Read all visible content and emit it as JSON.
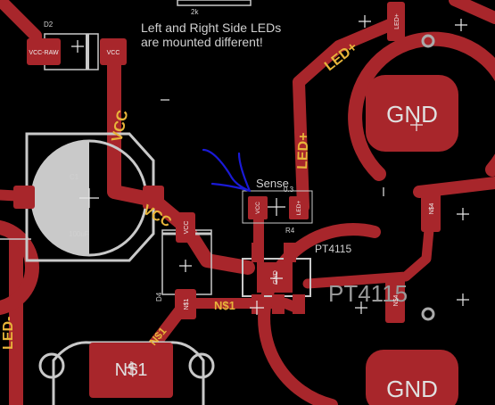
{
  "board": {
    "note_line1": "Left and Right Side LEDs",
    "note_line2": "are mounted different!",
    "top_partial_label": "2k",
    "annotation_color": "#1a1ad6",
    "colors": {
      "copper": "#a8262b",
      "silkscreen": "#c9c9c9",
      "net_label": "#e8b53a",
      "background": "#000000"
    }
  },
  "components": {
    "d2": {
      "name": "D2",
      "pad_left": "VCC-RAW",
      "pad_right": "VCC"
    },
    "c1": {
      "name": "C1",
      "value": "100uF"
    },
    "d4": {
      "name": "D4",
      "pad_top": "VCC",
      "pad_bottom": "N$1"
    },
    "r4": {
      "label_above": "Sense",
      "value": "0.3",
      "name": "R4",
      "pad_left": "VCC",
      "pad_right": "LED+"
    },
    "ic": {
      "name": "PT4115",
      "big_label": "PT4115",
      "pad_center": "GND"
    }
  },
  "pads": {
    "led_plus_top": "LED+",
    "gnd_top_right": "GND",
    "gnd_bottom_right": "GND",
    "ns4_upper": "N$4",
    "ns4_lower": "N$4",
    "ns1_bottom": "N$1"
  },
  "nets": {
    "vcc_vertical": "VCC",
    "vcc_diagonal": "VCC",
    "led_plus_diag": "LED+",
    "led_plus_vert": "LED+",
    "led_minus_left": "LED-",
    "ns1_horizontal": "N$1",
    "ns1_diag": "N$1"
  }
}
